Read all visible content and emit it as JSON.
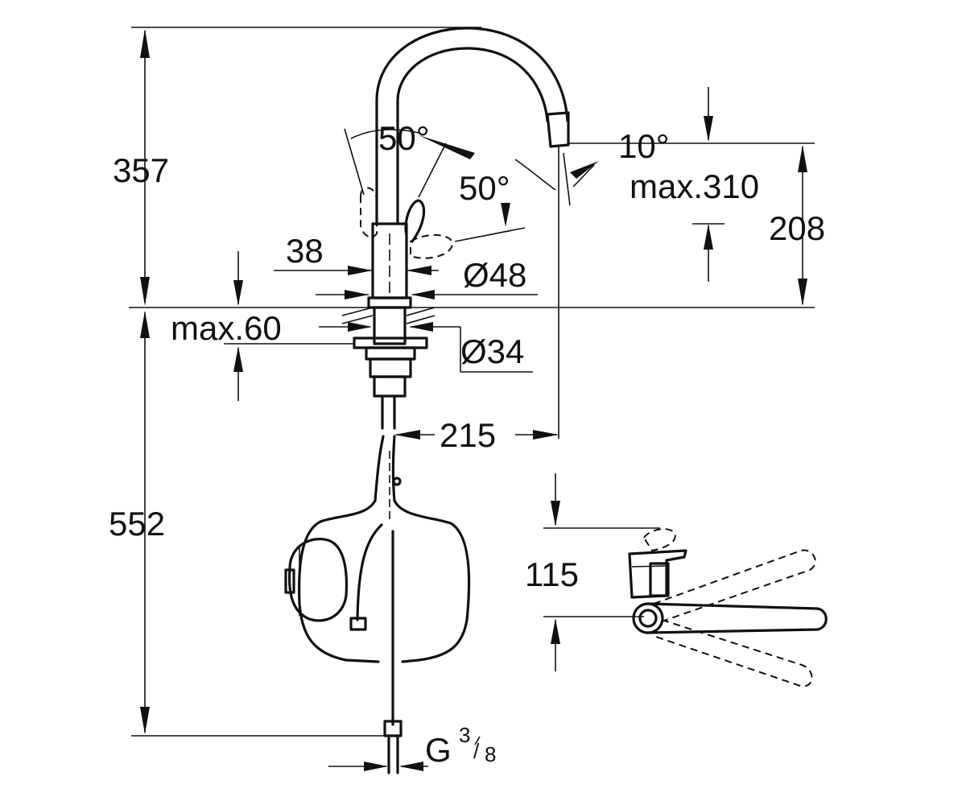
{
  "dimensions": {
    "height_upper": "357",
    "height_lower": "552",
    "spout_angle": "50°",
    "lever_angle": "50°",
    "spray_angle": "10°",
    "max_spout_height": "max.310",
    "spout_outlet_height": "208",
    "lever_offset": "38",
    "body_diameter": "Ø48",
    "max_deck_thickness": "max.60",
    "hole_diameter": "Ø34",
    "reach": "215",
    "side_view_height": "115",
    "connection_thread": "G",
    "connection_fraction_num": "3",
    "connection_fraction_den": "8"
  },
  "colors": {
    "line": "#111111",
    "background": "#ffffff"
  }
}
